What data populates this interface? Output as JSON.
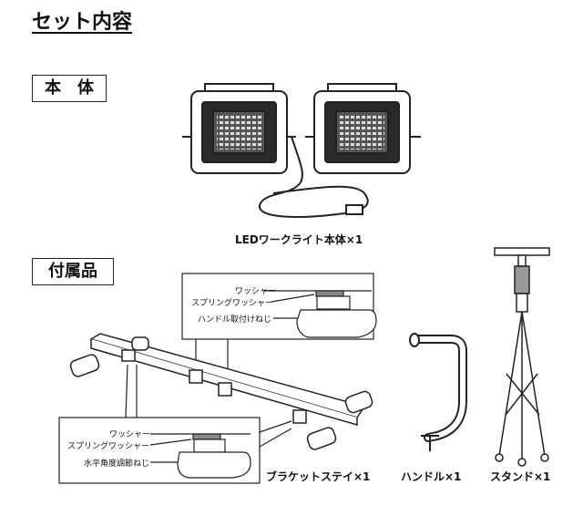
{
  "title": "セット内容",
  "sections": {
    "main_body": {
      "heading": "本　体",
      "caption": "LEDワークライト本体×1"
    },
    "accessories": {
      "heading": "付属品",
      "top_callout": {
        "labels": [
          "ワッシャー",
          "スプリングワッシャー",
          "ハンドル取付けねじ"
        ]
      },
      "bottom_callout": {
        "labels": [
          "ワッシャー",
          "スプリングワッシャー",
          "水平角度調節ねじ"
        ]
      },
      "items": [
        {
          "caption": "ブラケットステイ×1"
        },
        {
          "caption": "ハンドル×1"
        },
        {
          "caption": "スタンド×1"
        }
      ]
    }
  }
}
